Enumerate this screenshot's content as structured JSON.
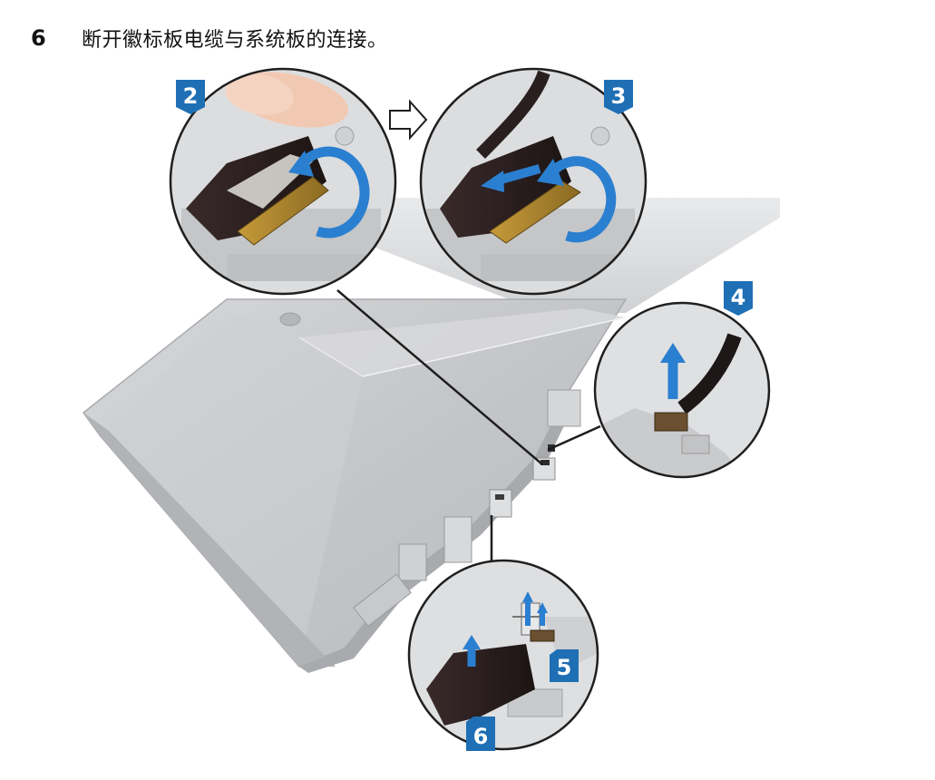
{
  "step": {
    "number": "6",
    "instruction": "断开徽标板电缆与系统板的连接。"
  },
  "callouts": [
    {
      "label": "2"
    },
    {
      "label": "3"
    },
    {
      "label": "4"
    },
    {
      "label": "5"
    },
    {
      "label": "6"
    }
  ],
  "colors": {
    "callout_blue": "#1f6fb5",
    "arrow_blue": "#2b7fd0",
    "chassis_gray": "#c9cbcd"
  }
}
